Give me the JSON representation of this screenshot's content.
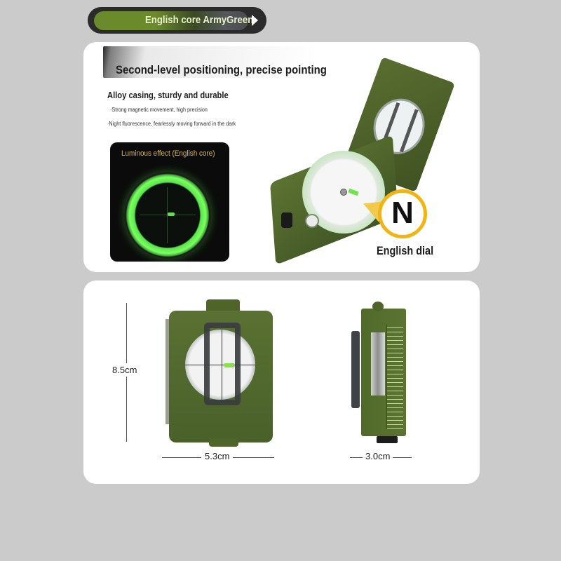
{
  "variant_selector": {
    "label": "English core ArmyGreen",
    "color": "#6a8a2c"
  },
  "features_card": {
    "headline": "Second-level positioning, precise pointing",
    "subhead": "Alloy casing, sturdy and durable",
    "bullets": [
      "·Strong magnetic movement, high precision",
      "·Night fluorescence, fearlessly moving forward in the dark"
    ],
    "luminous_panel": {
      "title": "Luminous effect (English core)",
      "glow_color": "#5be24b"
    },
    "dial_badge": {
      "letter": "N",
      "ring_color": "#f2b413",
      "caption": "English dial"
    }
  },
  "dimensions_card": {
    "height": "8.5cm",
    "width": "5.3cm",
    "depth": "3.0cm"
  },
  "colors": {
    "background": "#cbcbcb",
    "card": "#ffffff",
    "army_green": "#55702e",
    "accent_yellow": "#f2b413"
  }
}
